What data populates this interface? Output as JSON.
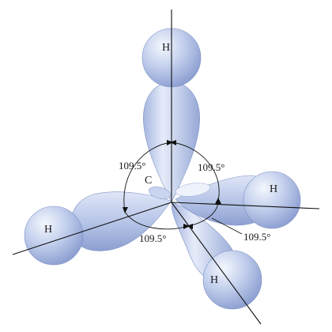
{
  "atoms": {
    "carbon": "C",
    "hydrogen_top": "H",
    "hydrogen_right": "H",
    "hydrogen_left": "H",
    "hydrogen_bottom": "H"
  },
  "angles": {
    "upper_left": "109.5°",
    "upper_right": "109.5°",
    "lower_left": "109.5°",
    "lower_right": "109.5°"
  },
  "colors": {
    "lobe_light": "#eef2fb",
    "lobe_mid": "#b8c6e8",
    "lobe_dark": "#8093c8"
  }
}
